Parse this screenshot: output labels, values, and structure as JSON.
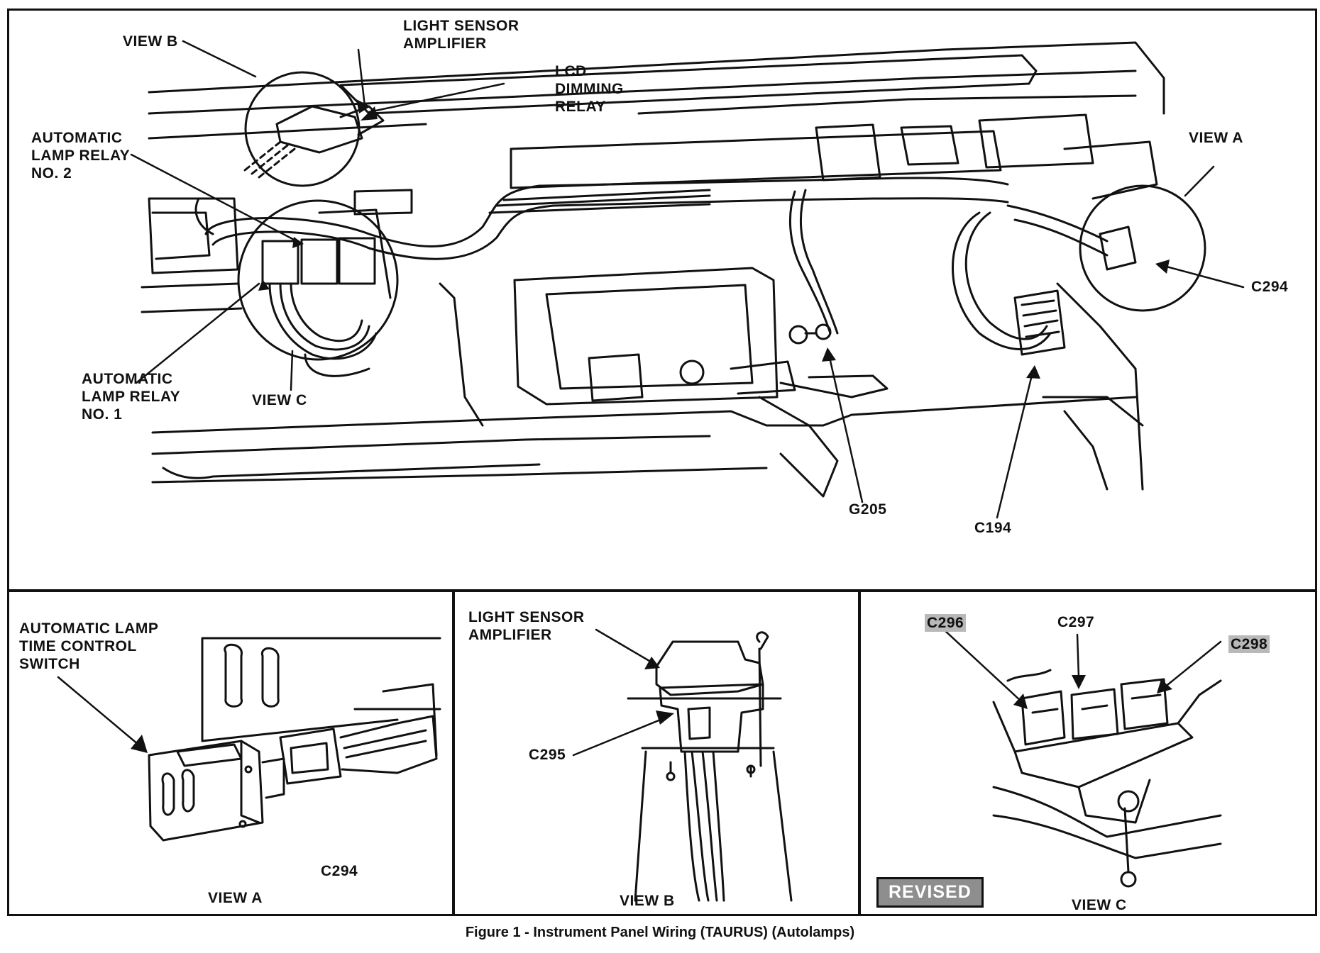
{
  "main_view": {
    "view_b": "VIEW B",
    "light_sensor_amplifier": "LIGHT SENSOR\nAMPLIFIER",
    "lcd_dimming_relay": "LCD\nDIMMING\nRELAY",
    "automatic_lamp_relay_2": "AUTOMATIC\nLAMP RELAY\nNO. 2",
    "view_a": "VIEW A",
    "c294": "C294",
    "automatic_lamp_relay_1": "AUTOMATIC\nLAMP RELAY\nNO. 1",
    "view_c": "VIEW C",
    "g205": "G205",
    "c194": "C194"
  },
  "panel_a": {
    "switch_label": "AUTOMATIC LAMP\nTIME CONTROL\nSWITCH",
    "connector": "C294",
    "title": "VIEW A"
  },
  "panel_b": {
    "amplifier_label": "LIGHT SENSOR\nAMPLIFIER",
    "connector": "C295",
    "title": "VIEW B"
  },
  "panel_c": {
    "c296": "C296",
    "c297": "C297",
    "c298": "C298",
    "revised": "REVISED",
    "title": "VIEW C"
  },
  "caption": "Figure 1 - Instrument Panel Wiring (TAURUS) (Autolamps)"
}
